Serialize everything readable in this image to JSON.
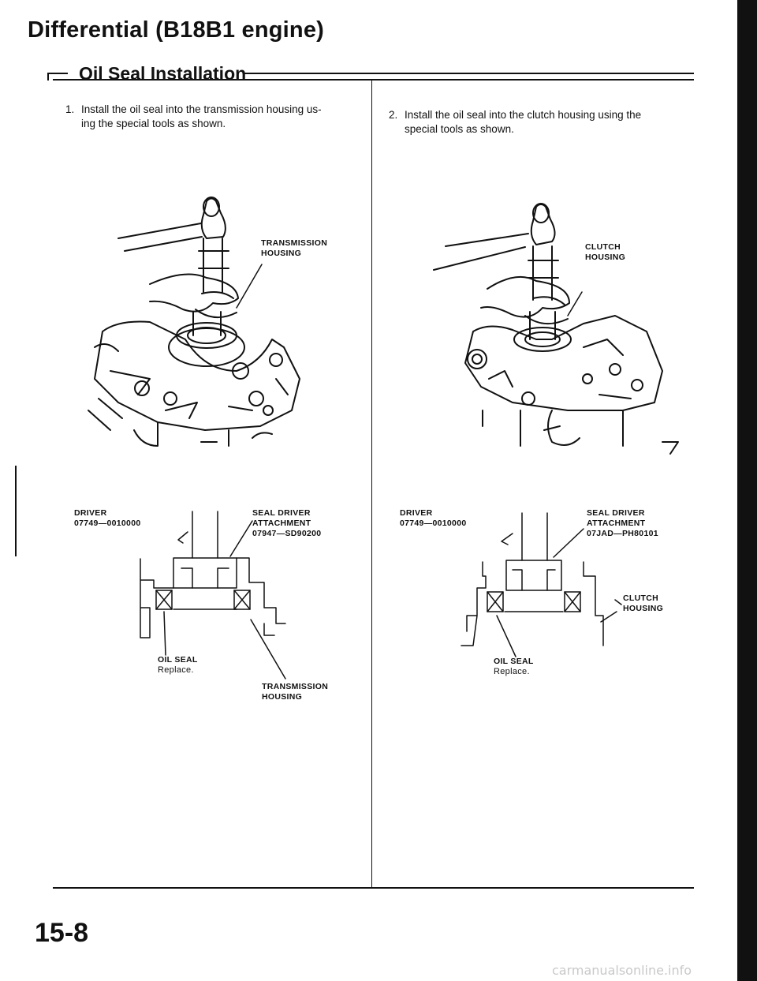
{
  "header": {
    "title": "Differential (B18B1 engine)",
    "subtitle": "Oil Seal Installation"
  },
  "steps": [
    {
      "number": "1.",
      "line1": "Install the oil seal into the transmission housing us-",
      "line2": "ing the special tools as shown."
    },
    {
      "number": "2.",
      "line1": "Install the oil seal into the clutch housing using the",
      "line2": "special tools as shown."
    }
  ],
  "left_figure": {
    "housing_label_1": "TRANSMISSION",
    "housing_label_2": "HOUSING",
    "driver_label": "DRIVER",
    "driver_part": "07749—0010000",
    "attachment_label_1": "SEAL DRIVER",
    "attachment_label_2": "ATTACHMENT",
    "attachment_part": "07947—SD90200",
    "seal_label": "OIL SEAL",
    "seal_note": "Replace.",
    "bottom_housing_1": "TRANSMISSION",
    "bottom_housing_2": "HOUSING"
  },
  "right_figure": {
    "housing_label_1": "CLUTCH",
    "housing_label_2": "HOUSING",
    "driver_label": "DRIVER",
    "driver_part": "07749—0010000",
    "attachment_label_1": "SEAL DRIVER",
    "attachment_label_2": "ATTACHMENT",
    "attachment_part": "07JAD—PH80101",
    "housing2_label_1": "CLUTCH",
    "housing2_label_2": "HOUSING",
    "seal_label": "OIL SEAL",
    "seal_note": "Replace."
  },
  "footer": {
    "page_number": "15-8",
    "watermark": "carmanualsonline.info"
  }
}
